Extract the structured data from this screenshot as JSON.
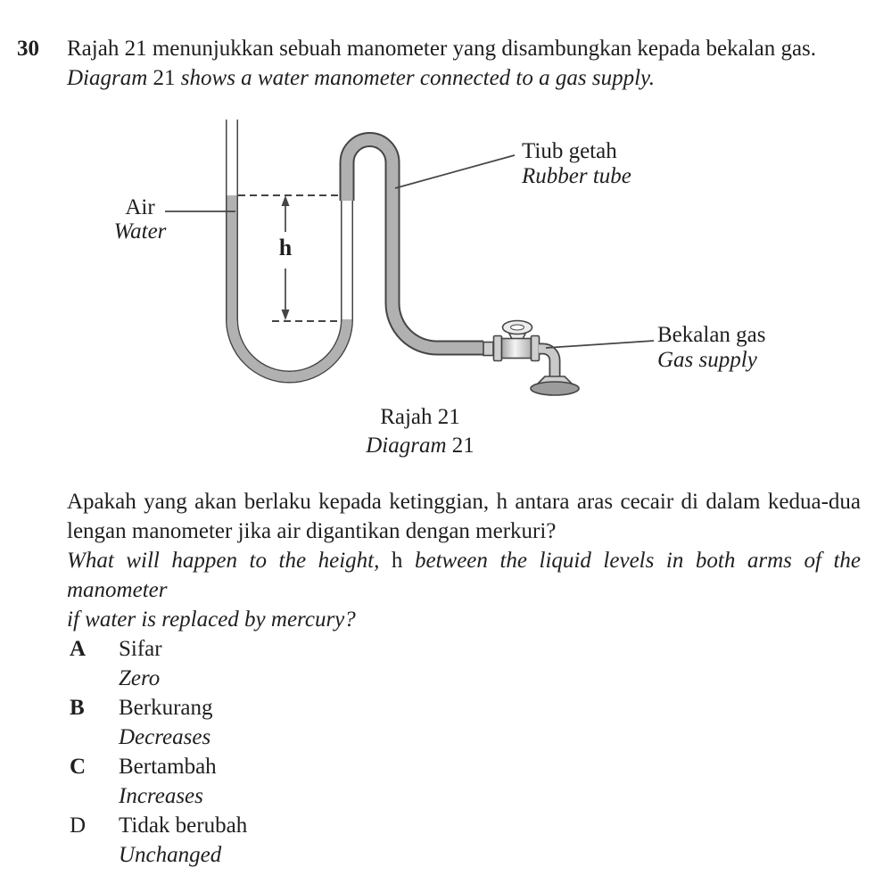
{
  "colors": {
    "ink": "#1f1f1f",
    "outline": "#454545",
    "tube_gray": "#b1b1b1",
    "valve_light": "#ececec",
    "valve_mid": "#cfcfcf",
    "base_gray": "#9c9c9c",
    "paper": "#ffffff"
  },
  "question": {
    "number": "30",
    "intro_my": "Rajah 21 menunjukkan sebuah manometer yang disambungkan kepada bekalan gas.",
    "intro_en_italic_1": "Diagram",
    "intro_en_num": " 21 ",
    "intro_en_italic_2": "shows a water manometer connected to a gas supply."
  },
  "diagram": {
    "label_air_my": "Air",
    "label_air_en": "Water",
    "label_rubber_my": "Tiub getah",
    "label_rubber_en": "Rubber tube",
    "label_gas_my": "Bekalan gas",
    "label_gas_en": "Gas supply",
    "height_symbol": "h",
    "caption_my": "Rajah 21",
    "caption_en_italic": "Diagram",
    "caption_en_num": " 21"
  },
  "prompt": {
    "my_line_1": "Apakah yang akan berlaku kepada ketinggian, h antara aras cecair di dalam kedua-dua",
    "my_line_2": "lengan manometer jika air digantikan dengan merkuri?",
    "en_line_1_italic_a": "What will happen to the height,",
    "en_line_1_roman": " h ",
    "en_line_1_italic_b": "between the liquid levels in both arms of the manometer",
    "en_line_2": "if water is replaced by mercury?"
  },
  "options": [
    {
      "letter": "A",
      "my": "Sifar",
      "en": "Zero"
    },
    {
      "letter": "B",
      "my": "Berkurang",
      "en": "Decreases"
    },
    {
      "letter": "C",
      "my": "Bertambah",
      "en": "Increases"
    },
    {
      "letter": "D",
      "my": "Tidak berubah",
      "en": "Unchanged"
    }
  ]
}
